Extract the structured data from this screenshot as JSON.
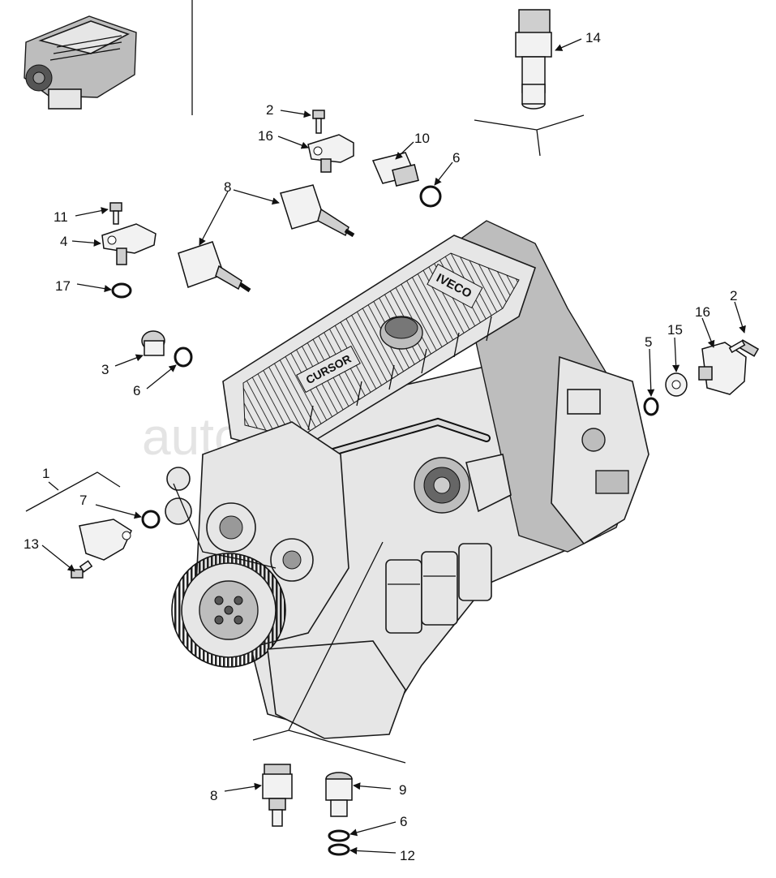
{
  "watermark": "autoofer.ru",
  "engine_cover_text": [
    "IVECO",
    "CURSOR"
  ],
  "callouts": {
    "c1": "1",
    "c2a": "2",
    "c2b": "2",
    "c3": "3",
    "c4": "4",
    "c5": "5",
    "c6a": "6",
    "c6b": "6",
    "c6c": "6",
    "c7": "7",
    "c8a": "8",
    "c8b": "8",
    "c9": "9",
    "c10": "10",
    "c11": "11",
    "c12": "12",
    "c13": "13",
    "c14": "14",
    "c15": "15",
    "c16a": "16",
    "c16b": "16",
    "c17": "17"
  }
}
